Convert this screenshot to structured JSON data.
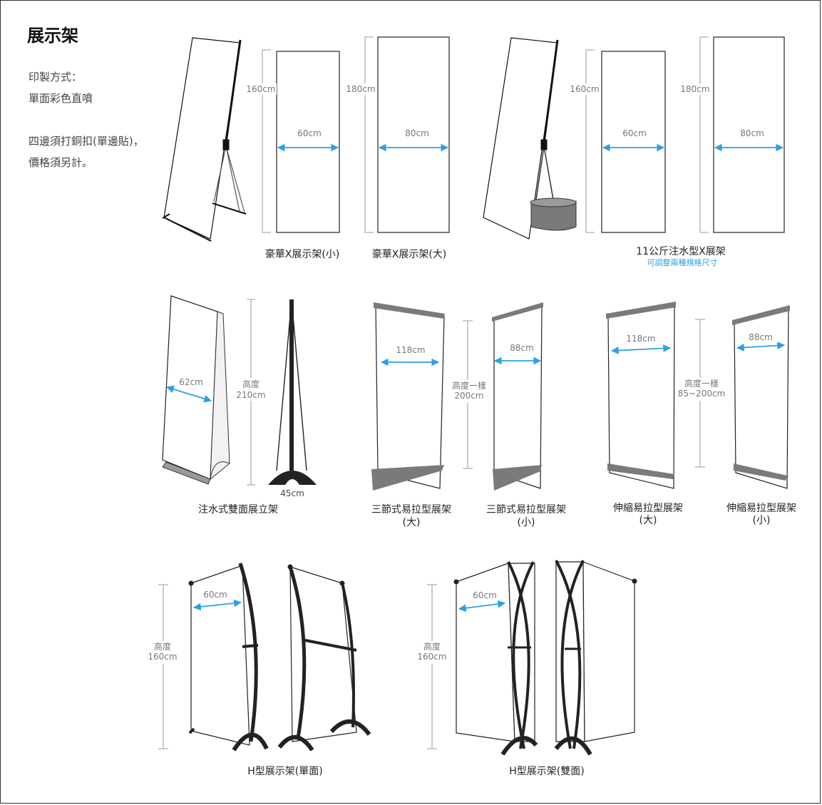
{
  "title": "展示架",
  "notes": [
    "印製方式：",
    "單面彩色直噴",
    "四邊須打銅扣(單邊貼)，",
    "價格須另計。"
  ],
  "dims": {
    "h160": "160cm",
    "h180": "180cm",
    "w60": "60cm",
    "w80": "80cm",
    "w62": "62cm",
    "height_label": "高度",
    "h210": "210cm",
    "w45": "45cm",
    "w118": "118cm",
    "w88": "88cm",
    "same_height": "高度一樣",
    "h200": "200cm",
    "h85_200": "85~200cm"
  },
  "captions": {
    "x_small": "豪華X展示架(小)",
    "x_large": "豪華X展示架(大)",
    "water_x": "11公斤注水型X展架",
    "water_x_sub": "可調整兩種規格尺寸",
    "water_double": "注水式雙面展立架",
    "roll_big_1": "三節式易拉型展架",
    "roll_big_2": "(大)",
    "roll_small_1": "三節式易拉型展架",
    "roll_small_2": "(小)",
    "tele_big_1": "伸縮易拉型展架",
    "tele_big_2": "(大)",
    "tele_small_1": "伸縮易拉型展架",
    "tele_small_2": "(小)",
    "h_single": "H型展示架(單面)",
    "h_double": "H型展示架(雙面)"
  },
  "colors": {
    "accent": "#2aa0e6",
    "dim_line": "#999999",
    "frame": "#222222",
    "pole": "#7a7a7a"
  }
}
